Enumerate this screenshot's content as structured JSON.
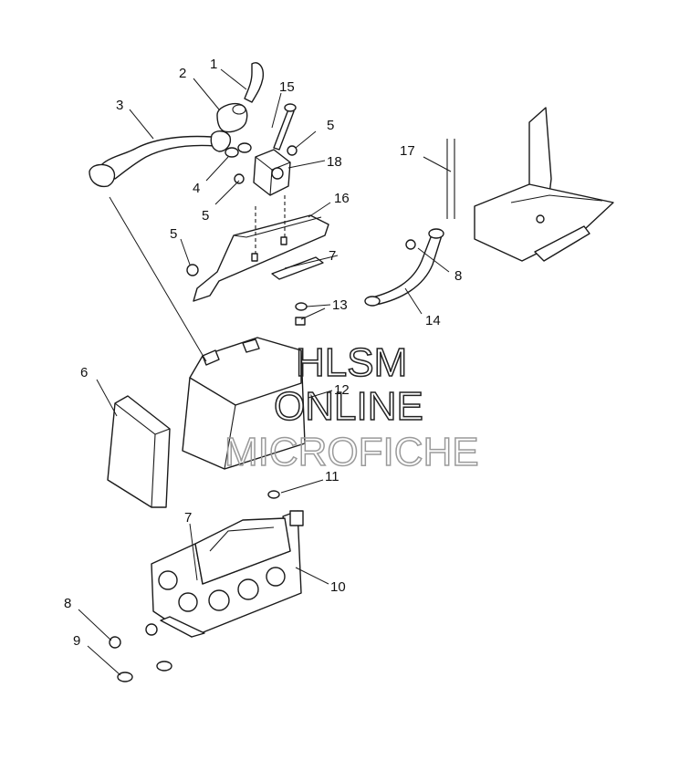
{
  "callouts": [
    {
      "id": "c1",
      "label": "1"
    },
    {
      "id": "c2",
      "label": "2"
    },
    {
      "id": "c3",
      "label": "3"
    },
    {
      "id": "c4",
      "label": "4"
    },
    {
      "id": "c5a",
      "label": "5"
    },
    {
      "id": "c5b",
      "label": "5"
    },
    {
      "id": "c5c",
      "label": "5"
    },
    {
      "id": "c6",
      "label": "6"
    },
    {
      "id": "c7a",
      "label": "7"
    },
    {
      "id": "c7b",
      "label": "7"
    },
    {
      "id": "c8a",
      "label": "8"
    },
    {
      "id": "c8b",
      "label": "8"
    },
    {
      "id": "c9",
      "label": "9"
    },
    {
      "id": "c10",
      "label": "10"
    },
    {
      "id": "c11",
      "label": "11"
    },
    {
      "id": "c12",
      "label": "12"
    },
    {
      "id": "c13",
      "label": "13"
    },
    {
      "id": "c14",
      "label": "14"
    },
    {
      "id": "c15",
      "label": "15"
    },
    {
      "id": "c16",
      "label": "16"
    },
    {
      "id": "c17",
      "label": "17"
    },
    {
      "id": "c18",
      "label": "18"
    }
  ],
  "watermark": {
    "line1": "HLSM",
    "line2": "ONLINE",
    "line3": "MICROFICHE"
  }
}
